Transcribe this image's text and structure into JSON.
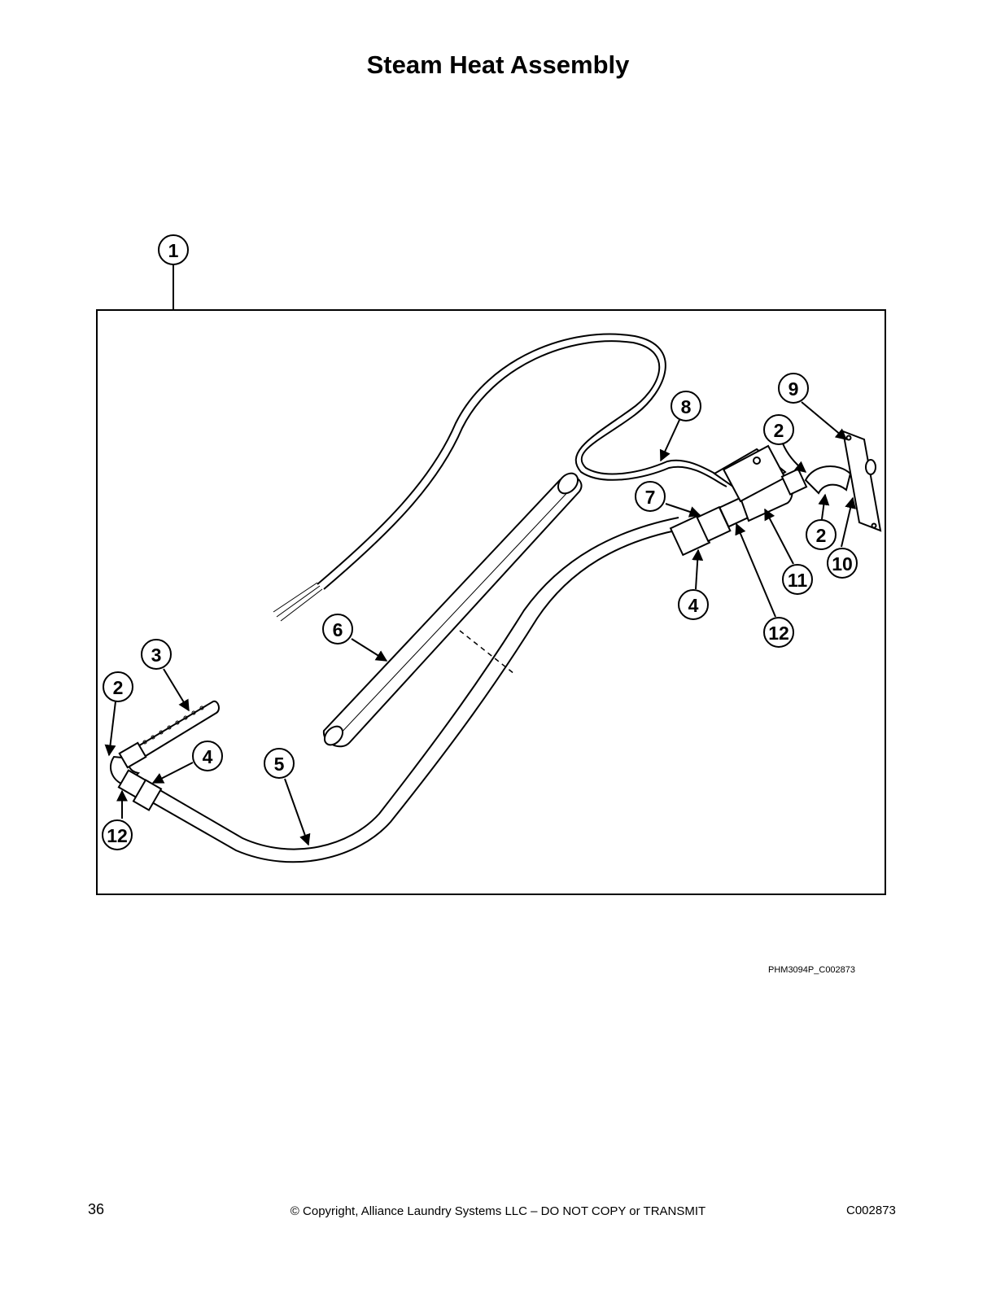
{
  "page": {
    "title": "Steam Heat Assembly",
    "figure_id": "PHM3094P_C002873",
    "page_number": "36",
    "copyright": "© Copyright, Alliance Laundry Systems LLC – DO NOT COPY or TRANSMIT",
    "doc_code": "C002873"
  },
  "callouts": [
    "1",
    "2",
    "3",
    "4",
    "5",
    "6",
    "7",
    "8",
    "9",
    "10",
    "11",
    "12"
  ]
}
